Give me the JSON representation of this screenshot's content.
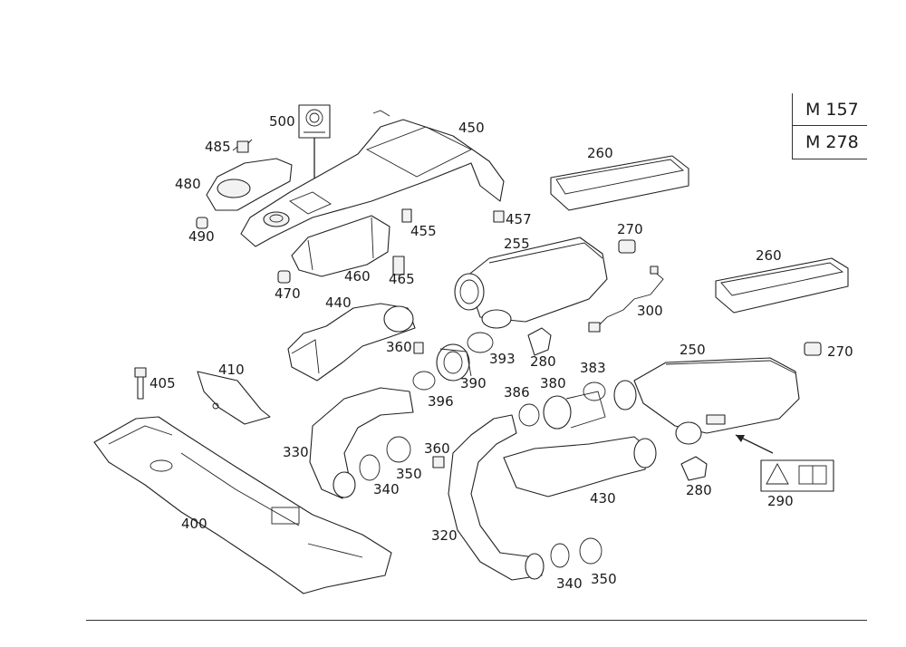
{
  "engine_codes": [
    "M 157",
    "M 278"
  ],
  "labels": {
    "p500": "500",
    "p450": "450",
    "p485": "485",
    "p480": "480",
    "p490": "490",
    "p455": "455",
    "p457": "457",
    "p460": "460",
    "p465": "465",
    "p470": "470",
    "p260a": "260",
    "p260b": "260",
    "p270a": "270",
    "p270b": "270",
    "p255": "255",
    "p300": "300",
    "p440": "440",
    "p360a": "360",
    "p360b": "360",
    "p393": "393",
    "p280a": "280",
    "p280b": "280",
    "p250": "250",
    "p405": "405",
    "p410": "410",
    "p396": "396",
    "p390": "390",
    "p386": "386",
    "p380": "380",
    "p383": "383",
    "p330": "330",
    "p350a": "350",
    "p350b": "350",
    "p340a": "340",
    "p340b": "340",
    "p430": "430",
    "p400": "400",
    "p320": "320",
    "p290": "290"
  }
}
